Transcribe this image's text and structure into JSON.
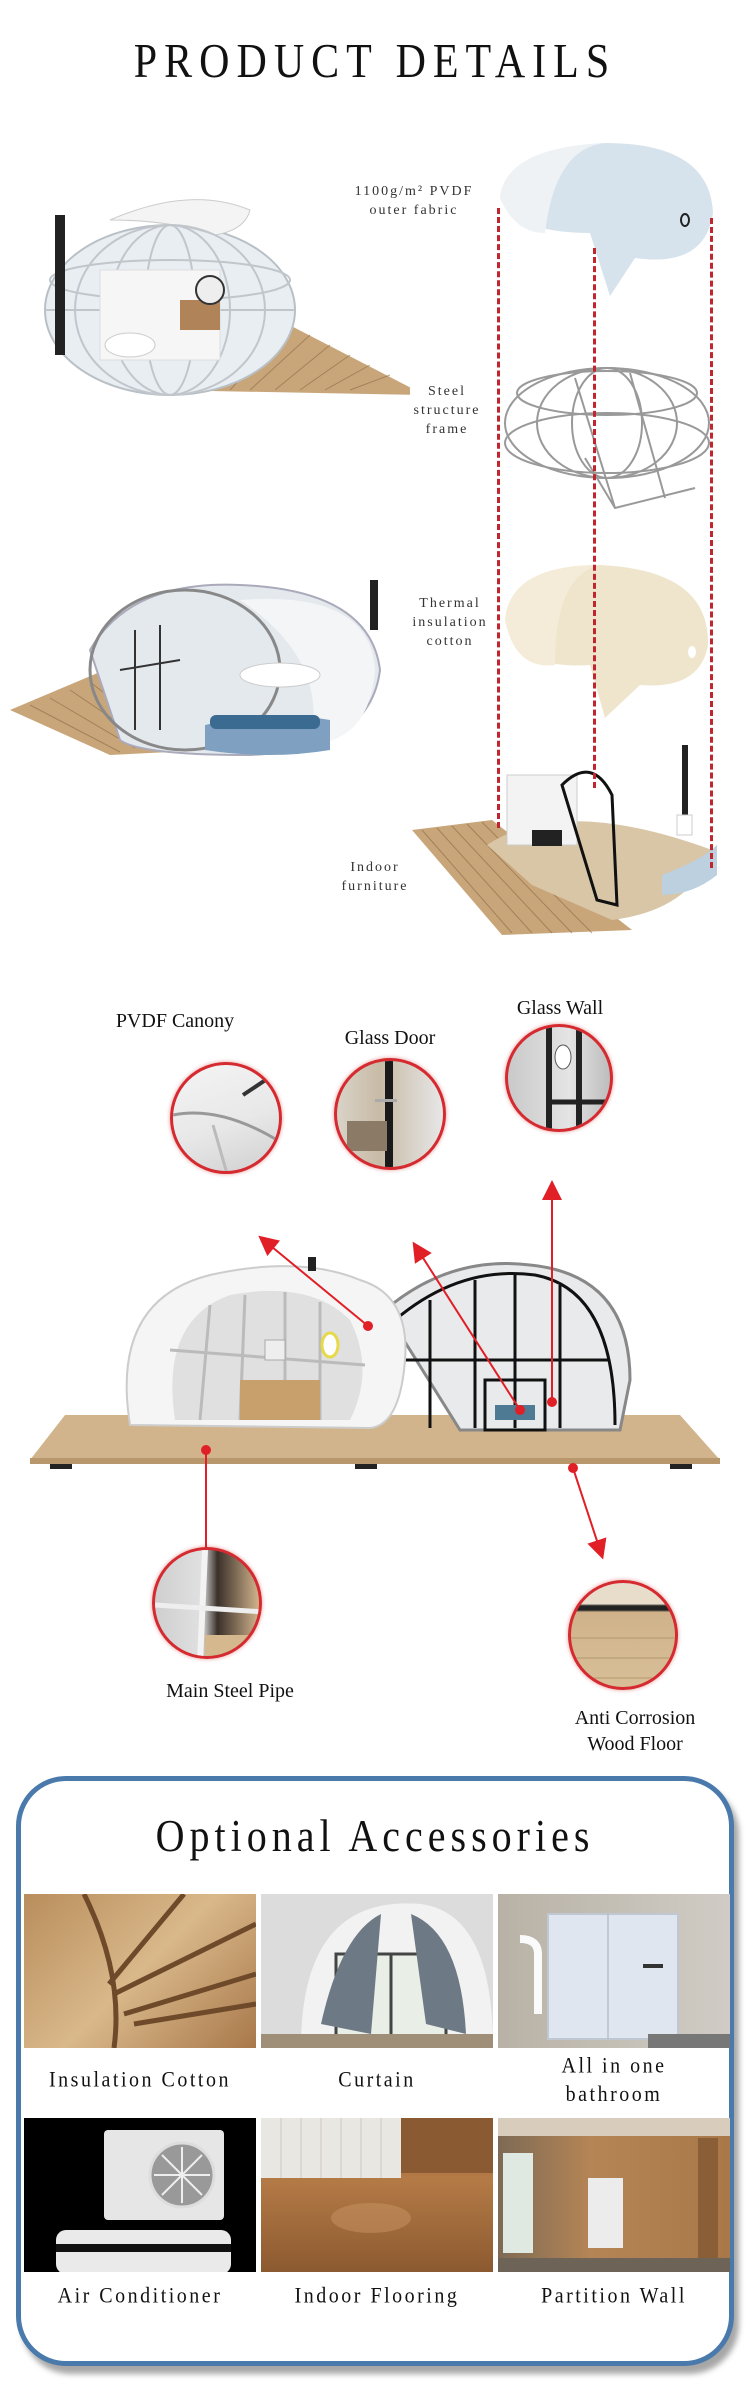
{
  "header": {
    "title": "PRODUCT DETAILS"
  },
  "layers": [
    {
      "label_line1": "1100g/m² PVDF",
      "label_line2": "outer fabric",
      "icon": "outer-fabric-shell"
    },
    {
      "label_line1": "Steel",
      "label_line2": "structure",
      "label_line3": "frame",
      "icon": "steel-frame"
    },
    {
      "label_line1": "Thermal",
      "label_line2": "insulation",
      "label_line3": "cotton",
      "icon": "insulation-shell"
    },
    {
      "label_line1": "Indoor",
      "label_line2": "furniture",
      "icon": "furniture-base"
    }
  ],
  "callouts": [
    {
      "label": "PVDF Canony"
    },
    {
      "label": "Glass Door"
    },
    {
      "label": "Glass Wall"
    },
    {
      "label": "Main Steel Pipe"
    },
    {
      "label_line1": "Anti Corrosion",
      "label_line2": "Wood Floor"
    }
  ],
  "accessories": {
    "title": "Optional Accessories",
    "items": [
      {
        "label": "Insulation Cotton"
      },
      {
        "label": "Curtain"
      },
      {
        "label_line1": "All in one",
        "label_line2": "bathroom"
      },
      {
        "label": "Air Conditioner"
      },
      {
        "label": "Indoor Flooring"
      },
      {
        "label": "Partition Wall"
      }
    ]
  },
  "colors": {
    "accent_red": "#d42a30",
    "dashed_red": "#c0262d",
    "box_border": "#4a79ab",
    "wood": "#c9a57a"
  }
}
